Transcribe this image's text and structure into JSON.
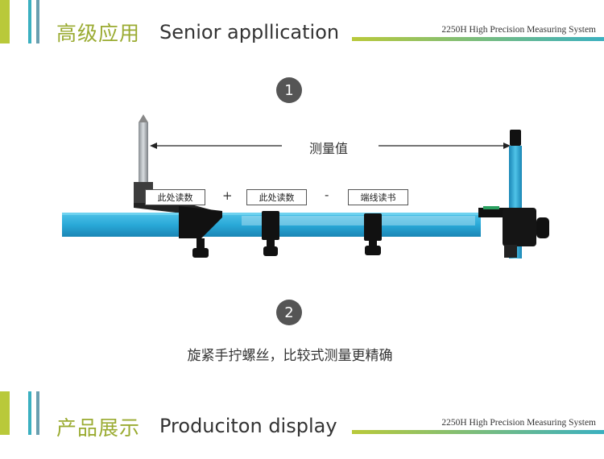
{
  "header": {
    "title_cn": "高级应用",
    "title_en": "Senior appllication",
    "subtitle": "2250H High Precision Measuring System"
  },
  "steps": [
    {
      "number": "1"
    },
    {
      "number": "2"
    }
  ],
  "diagram": {
    "measure_label": "测量值",
    "labels": [
      "此处读数",
      "此处读数",
      "端线读书"
    ],
    "operators": [
      "+",
      "-"
    ]
  },
  "caption": "旋紧手拧螺丝，比较式测量更精确",
  "footer": {
    "title_cn": "产品展示",
    "title_en": "Produciton display",
    "subtitle": "2250H High Precision Measuring System"
  },
  "colors": {
    "accent_green": "#b9c93a",
    "accent_teal": "#3bb0c0",
    "ruler_blue": "#2aa9d8",
    "step_gray": "#555555"
  }
}
